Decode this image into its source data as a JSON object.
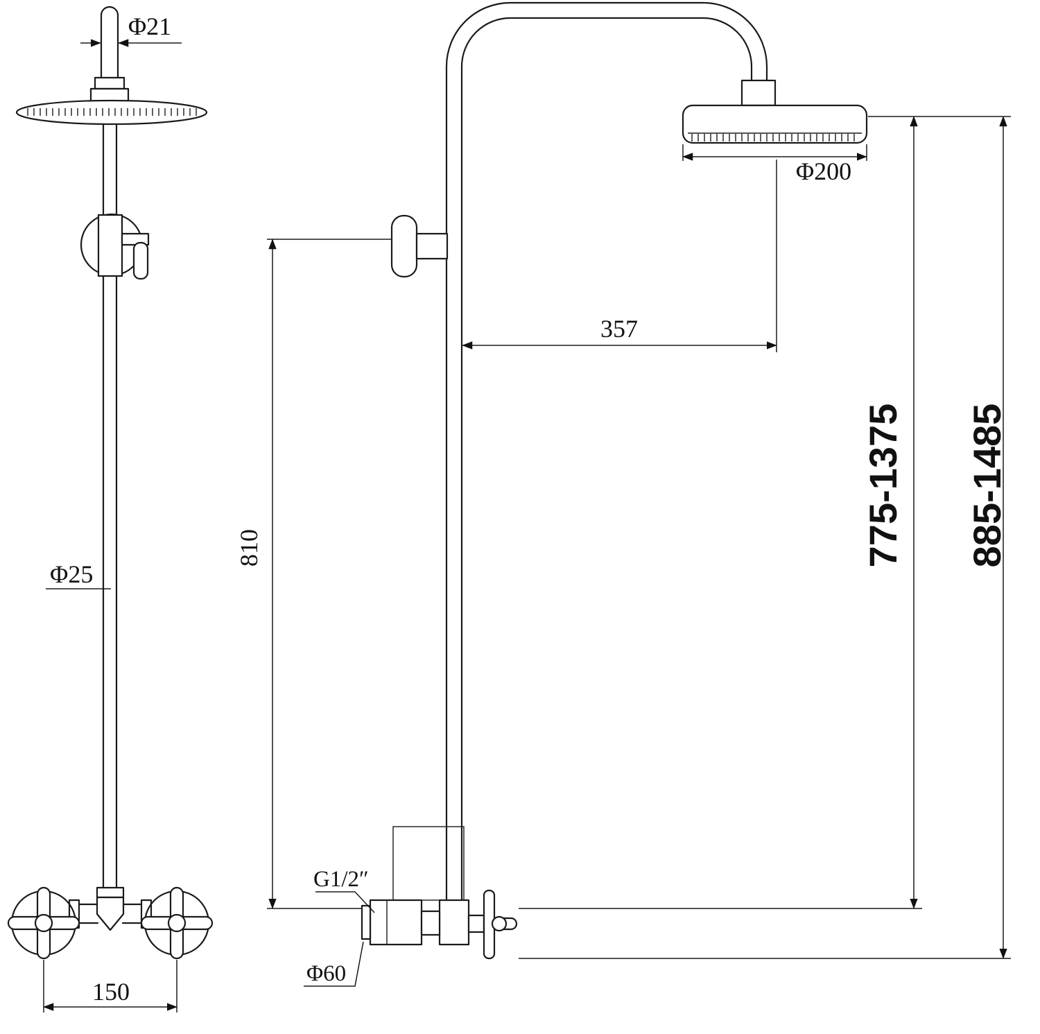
{
  "diagram": {
    "type": "technical-dimension-drawing",
    "subject": "shower column with rain head and cross-handle mixer, front and side views",
    "colors": {
      "line": "#1a1a1a",
      "background": "#ffffff"
    },
    "labels": {
      "top_pipe_diameter": "Φ21",
      "riser_diameter": "Φ25",
      "head_diameter": "Φ200",
      "head_offset": "357",
      "riser_height": "810",
      "height_range_inner": "775-1375",
      "height_range_outer": "885-1485",
      "inlet_thread": "G1/2″",
      "escutcheon_diameter": "Φ60",
      "valve_spacing": "150"
    }
  }
}
